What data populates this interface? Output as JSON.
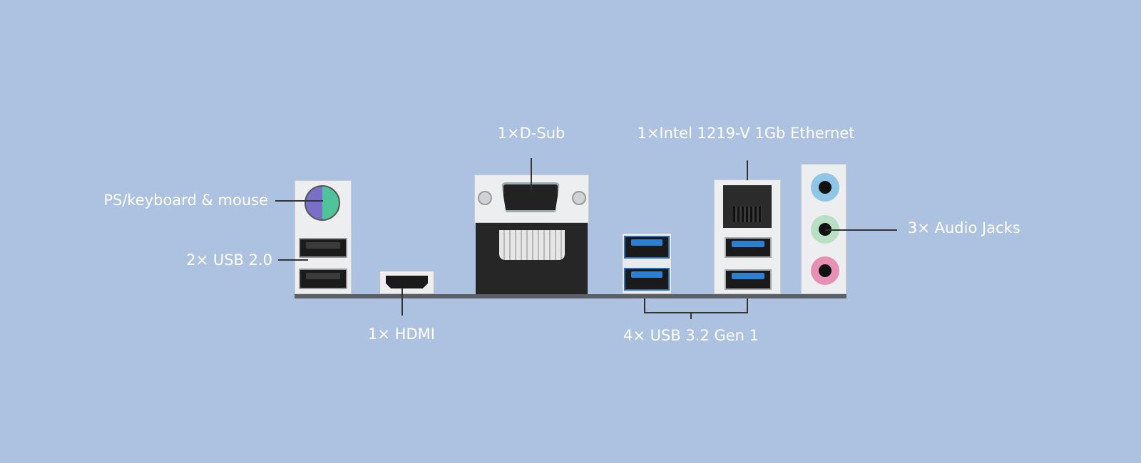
{
  "labels": {
    "dsub": "1×D-Sub",
    "ethernet": "1×Intel 1219-V 1Gb Ethernet",
    "ps2": "PS/keyboard & mouse",
    "usb2": "2× USB 2.0",
    "hdmi": "1× HDMI",
    "usb3": "4× USB 3.2 Gen 1",
    "audio": "3× Audio Jacks"
  },
  "colors": {
    "background": "#adc2e0",
    "ps2_keyboard": "#7a6fc8",
    "ps2_mouse": "#4fc49a",
    "usb3_blue": "#2d7fd0",
    "audio_line_in": "#8fc6e6",
    "audio_line_out": "#b8e0c4",
    "audio_mic": "#e88fb6"
  }
}
